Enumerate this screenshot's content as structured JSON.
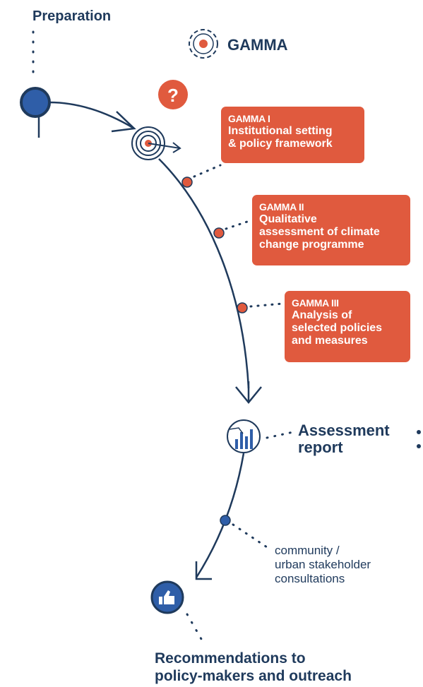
{
  "diagram": {
    "preparation_label": "Preparation",
    "gamma_label": "GAMMA",
    "gamma_steps": [
      {
        "title": "GAMMA I",
        "description": "Institutional setting\n& policy framework"
      },
      {
        "title": "GAMMA II",
        "description": "Qualitative\nassessment of climate\nchange programme"
      },
      {
        "title": "GAMMA III",
        "description": "Analysis of\nselected policies\nand measures"
      }
    ],
    "assessment_label": "Assessment\nreport",
    "consultation_label": "community /\nurban stakeholder\nconsultations",
    "recommendations_label": "Recommendations to\npolicy-makers and outreach",
    "colors": {
      "navy": "#1f3a5c",
      "orange": "#e05a3e",
      "blue": "#2f5ea8"
    }
  }
}
